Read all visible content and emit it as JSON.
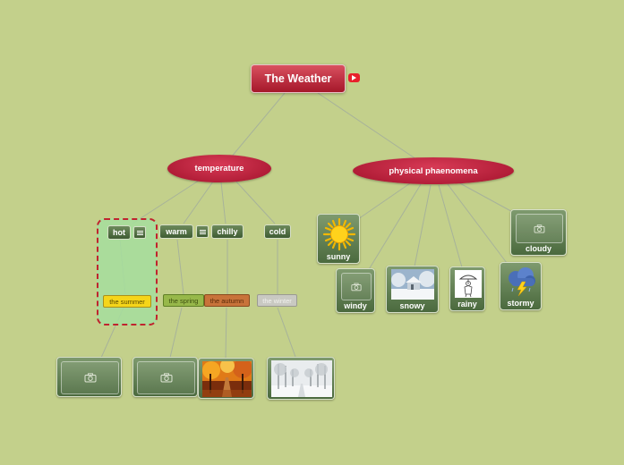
{
  "root": {
    "title": "The Weather",
    "icon": "youtube-icon"
  },
  "branches": {
    "temperature": {
      "label": "temperature",
      "children": {
        "hot": "hot",
        "warm": "warm",
        "chilly": "chilly",
        "cold": "cold"
      },
      "seasons": {
        "summer": "the summer",
        "spring": "the spring",
        "autumn": "the autumn",
        "winter": "the winter"
      }
    },
    "phenomena": {
      "label": "physical phaenomena",
      "items": {
        "sunny": "sunny",
        "windy": "windy",
        "snowy": "snowy",
        "rainy": "rainy",
        "stormy": "stormy",
        "cloudy": "cloudy"
      }
    }
  },
  "colors": {
    "background": "#c3d08b",
    "root": "#b8223a",
    "node": "#4f6e42",
    "summer": "#f5d51a",
    "spring": "#97b84a",
    "autumn": "#c8733a",
    "winter": "#c9c9c2",
    "highlight_border": "#c0242e"
  }
}
